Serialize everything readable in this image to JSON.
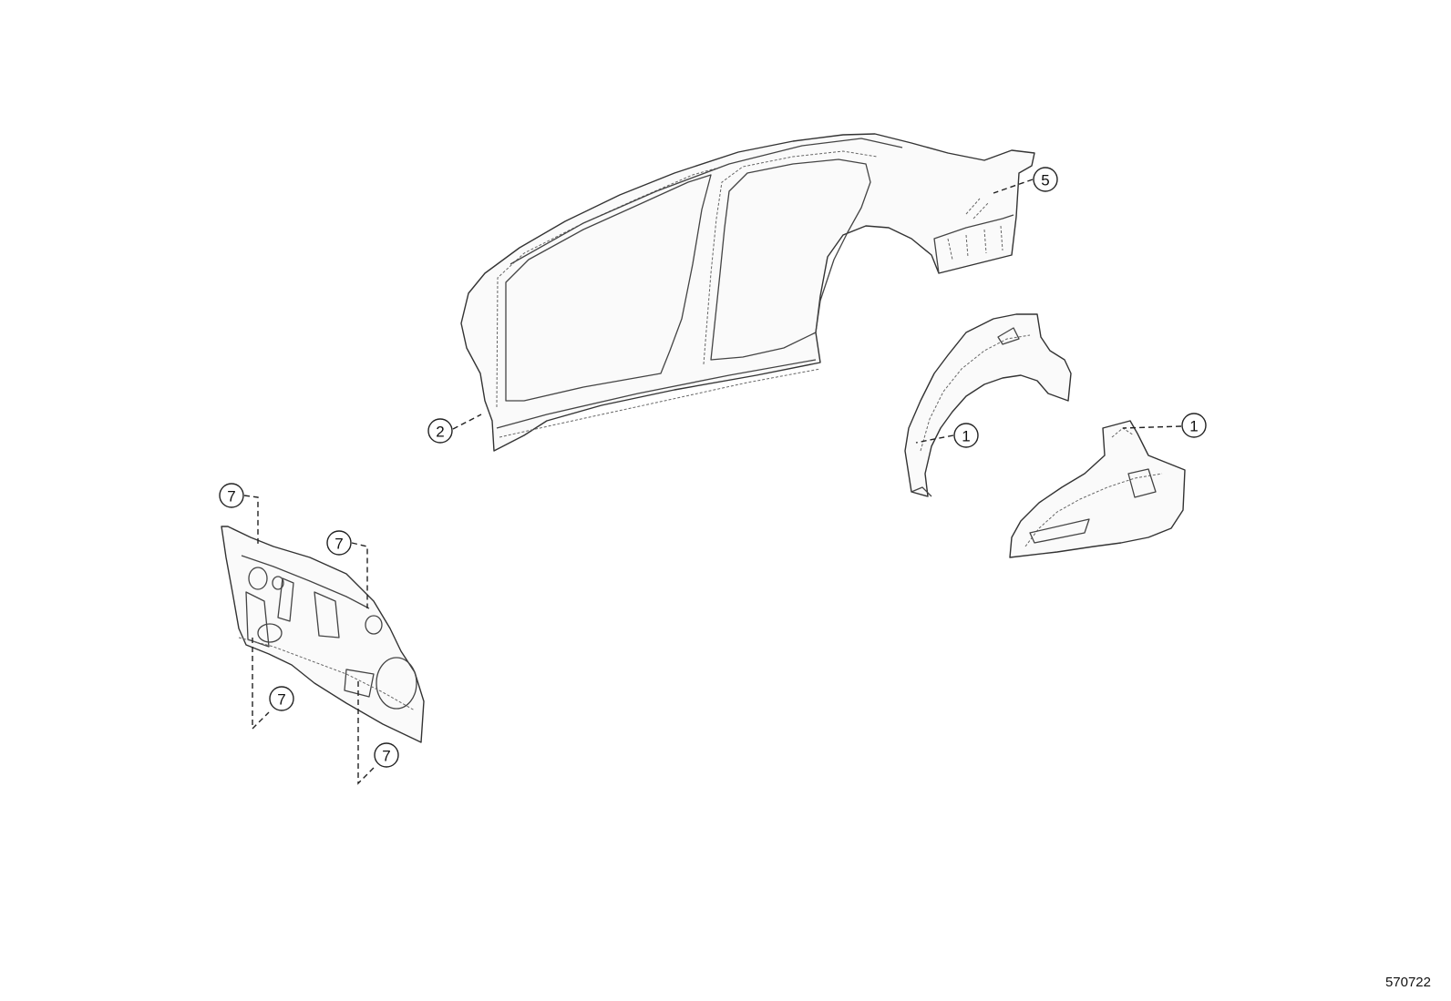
{
  "callouts": {
    "body_side_outer": "2",
    "quarter_panel_rear": "5",
    "wheel_housing_inner": "1",
    "wheel_housing_outer": "1",
    "dash_panel_top_left": "7",
    "dash_panel_top_right": "7",
    "dash_panel_bottom_left": "7",
    "dash_panel_bottom_right": "7"
  },
  "diagram_code": "570722"
}
